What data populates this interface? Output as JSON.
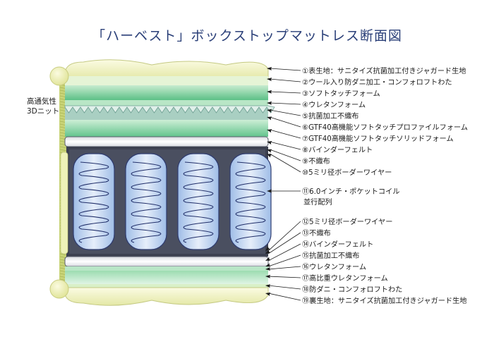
{
  "title": "「ハーベスト」ボックストップマットレス断面図",
  "side_label": [
    "高通気性",
    "3Dニット"
  ],
  "layers": [
    "①表生地：サニタイズ抗菌加工付きジャガード生地",
    "②ウール入り防ダニ加工・コンフォロフトわた",
    "③ソフトタッチフォーム",
    "④ウレタンフォーム",
    "⑤抗菌加工不織布",
    "⑥GTF40高機能ソフトタッチプロファイルフォーム",
    "⑦GTF40高機能ソフトタッチソリッドフォーム",
    "⑧バインダーフェルト",
    "⑨不織布",
    "⑩5ミリ径ボーダーワイヤー",
    "⑪6.0インチ・ポケットコイル",
    "並行配列",
    "⑫5ミリ径ボーダーワイヤー",
    "⑬不織布",
    "⑭バインダーフェルト",
    "⑮抗菌加工不織布",
    "⑯ウレタンフォーム",
    "⑰高比重ウレタンフォーム",
    "⑱防ダニ・コンフォロフトわた",
    "⑲裏生地：サニタイズ抗菌加工付きジャガード生地"
  ],
  "colors": {
    "title": "#2a3f78",
    "quilt": "#f1f2c4",
    "green_dark": "#5fc389",
    "green_light": "#bfe8c9",
    "spring_fill": "#c5d9f3",
    "spring_line": "#3a55a0",
    "frame": "#3c4050"
  }
}
